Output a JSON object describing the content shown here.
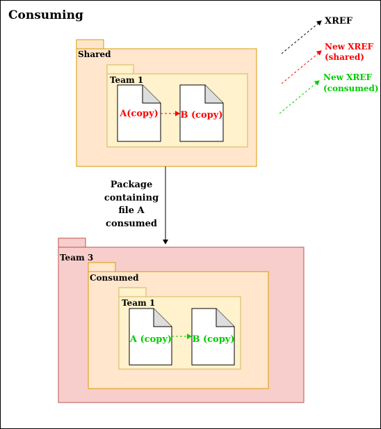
{
  "title": "Consuming",
  "legend": {
    "xref": "XREF",
    "new_xref_shared": [
      "New XREF",
      "(shared)"
    ],
    "new_xref_consumed": [
      "New XREF",
      "(consumed)"
    ]
  },
  "shared_package": {
    "label": "Shared",
    "team_folder": {
      "label": "Team 1",
      "file_a": "A(copy)",
      "file_b": "B (copy)"
    }
  },
  "transfer_label": [
    "Package",
    "containing",
    "file A",
    "consumed"
  ],
  "team3_package": {
    "label": "Team 3",
    "consumed_folder": {
      "label": "Consumed",
      "team_folder": {
        "label": "Team 1",
        "file_a": "A (copy)",
        "file_b": "B (copy)"
      }
    }
  },
  "colors": {
    "shared_fill": "#ffe6cc",
    "shared_stroke": "#d79b00",
    "team_fill": "#fff2cc",
    "team3_fill": "#f8cecc",
    "team3_stroke": "#b85450",
    "shared_arrow": "#ff0000",
    "consumed_arrow": "#00cc00",
    "xref_arrow": "#000000"
  }
}
